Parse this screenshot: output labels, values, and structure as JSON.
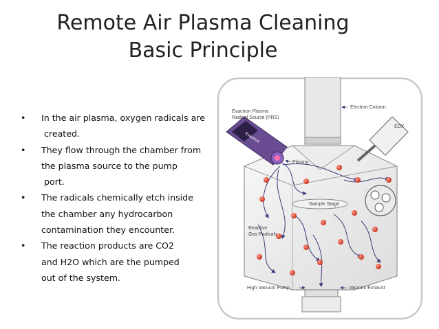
{
  "title": {
    "line1": "Remote Air Plasma Cleaning",
    "line2": "Basic Principle"
  },
  "bullets": [
    {
      "lines": [
        "In the air plasma, oxygen radicals are",
        "created."
      ]
    },
    {
      "lines": [
        "They flow through the chamber from",
        "the plasma  source to the pump",
        "port."
      ]
    },
    {
      "lines": [
        "The radicals  chemically etch inside",
        "the chamber any hydrocarbon",
        "contamination they encounter."
      ]
    },
    {
      "lines": [
        "The reaction products are CO2",
        "and H2O which are the pumped",
        "out of the system."
      ]
    }
  ],
  "bullet_glyph": "•",
  "diagram": {
    "labels": {
      "plasma_source": [
        "Evactron Plasma",
        "Radical Source (PRS)"
      ],
      "electron_column": "Electron Column",
      "edx": "EDX",
      "plasma": "Plasma",
      "sample_stage": "Sample Stage",
      "reactive": [
        "Reactive",
        "Gas Radicals"
      ],
      "high_vacuum_pump": "High Vacuum Pump",
      "vacuum_exhaust": "Vacuum Exhaust",
      "brand": "Evactron"
    },
    "colors": {
      "frame": "#c8c8c8",
      "radical": "#e0402a",
      "arrow": "#3a3a7a",
      "source": "#6a4c93"
    }
  }
}
